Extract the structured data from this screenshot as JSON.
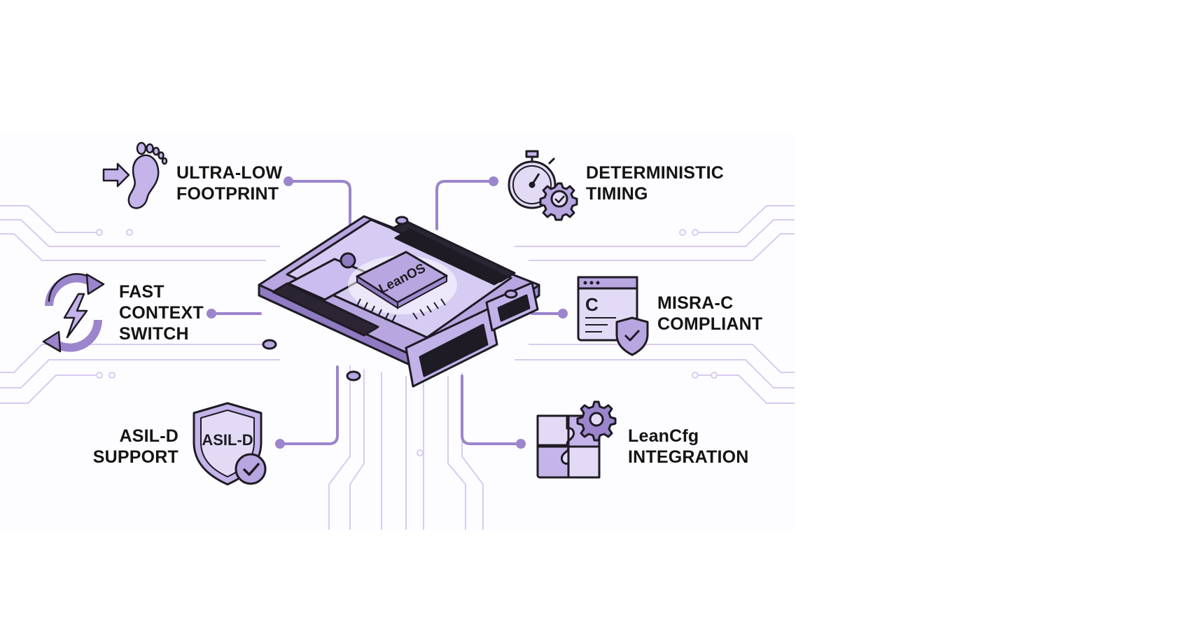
{
  "colors": {
    "accent": "#9b85cc",
    "accent_light": "#ddd3f3",
    "accent_mid": "#c4b4ea",
    "trace": "#d8ccf0",
    "outline": "#1e1b24"
  },
  "chip_label": "LeanOS",
  "features": [
    {
      "icon": "footprint-icon",
      "lines": [
        "ULTRA-LOW",
        "FOOTPRINT"
      ]
    },
    {
      "icon": "refresh-lightning-icon",
      "lines": [
        "FAST",
        "CONTEXT",
        "SWITCH"
      ]
    },
    {
      "icon": "shield-check-icon",
      "lines": [
        "ASIL-D",
        "SUPPORT"
      ],
      "badge": "ASIL-D"
    },
    {
      "icon": "stopwatch-gear-icon",
      "lines": [
        "DETERMINISTIC",
        "TIMING"
      ]
    },
    {
      "icon": "code-window-shield-icon",
      "lines": [
        "MISRA-C",
        "COMPLIANT"
      ],
      "badge": "C"
    },
    {
      "icon": "puzzle-gear-icon",
      "lines": [
        "LeanCfg",
        "INTEGRATION"
      ]
    }
  ]
}
